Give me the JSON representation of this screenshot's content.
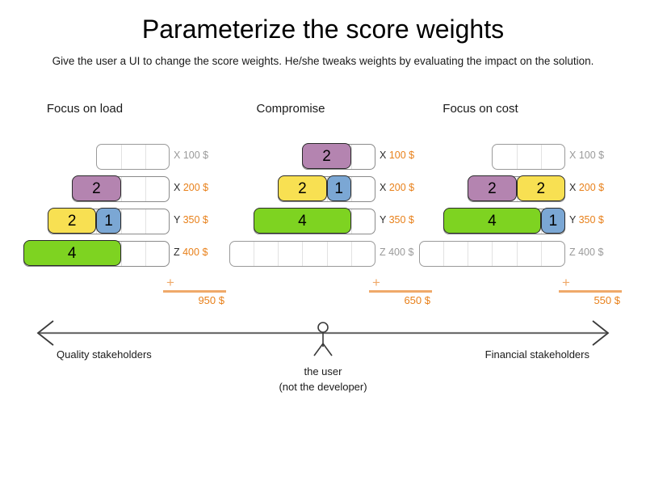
{
  "slide": {
    "title": "Parameterize the score weights",
    "subtitle": "Give the user a UI to change the score weights. He/she tweaks weights by evaluating the impact on the solution."
  },
  "colors": {
    "purple": "#b484b0",
    "yellow": "#f8e052",
    "blue": "#7ba7d4",
    "green": "#7ed321",
    "accent_orange": "#e8801a",
    "accent_orange_light": "#efa96a",
    "dim_gray": "#9a9a9a",
    "track_border": "#8a8a8a"
  },
  "columns": [
    {
      "header": "Focus on load",
      "rows": [
        {
          "key": "X",
          "amount": "100 $",
          "active": false,
          "cells": 3,
          "segments": []
        },
        {
          "key": "X",
          "amount": "200 $",
          "active": true,
          "cells": 4,
          "segments": [
            {
              "value": "2",
              "units": 2,
              "color": "purple"
            }
          ]
        },
        {
          "key": "Y",
          "amount": "350 $",
          "active": true,
          "cells": 5,
          "segments": [
            {
              "value": "2",
              "units": 2,
              "color": "yellow"
            },
            {
              "value": "1",
              "units": 1,
              "color": "blue"
            }
          ]
        },
        {
          "key": "Z",
          "amount": "400 $",
          "active": true,
          "cells": 6,
          "segments": [
            {
              "value": "4",
              "units": 4,
              "color": "green"
            }
          ]
        }
      ],
      "sum_symbol": "+",
      "total": "950 $"
    },
    {
      "header": "Compromise",
      "rows": [
        {
          "key": "X",
          "amount": "100 $",
          "active": true,
          "cells": 3,
          "segments": [
            {
              "value": "2",
              "units": 2,
              "color": "purple"
            }
          ]
        },
        {
          "key": "X",
          "amount": "200 $",
          "active": true,
          "cells": 4,
          "segments": [
            {
              "value": "2",
              "units": 2,
              "color": "yellow"
            },
            {
              "value": "1",
              "units": 1,
              "color": "blue"
            }
          ]
        },
        {
          "key": "Y",
          "amount": "350 $",
          "active": true,
          "cells": 5,
          "segments": [
            {
              "value": "4",
              "units": 4,
              "color": "green"
            }
          ]
        },
        {
          "key": "Z",
          "amount": "400 $",
          "active": false,
          "cells": 6,
          "segments": []
        }
      ],
      "sum_symbol": "+",
      "total": "650 $"
    },
    {
      "header": "Focus on cost",
      "rows": [
        {
          "key": "X",
          "amount": "100 $",
          "active": false,
          "cells": 3,
          "segments": []
        },
        {
          "key": "X",
          "amount": "200 $",
          "active": true,
          "cells": 4,
          "segments": [
            {
              "value": "2",
              "units": 2,
              "color": "purple"
            },
            {
              "value": "2",
              "units": 2,
              "color": "yellow"
            }
          ]
        },
        {
          "key": "Y",
          "amount": "350 $",
          "active": true,
          "cells": 5,
          "segments": [
            {
              "value": "4",
              "units": 4,
              "color": "green"
            },
            {
              "value": "1",
              "units": 1,
              "color": "blue"
            }
          ]
        },
        {
          "key": "Z",
          "amount": "400 $",
          "active": false,
          "cells": 6,
          "segments": []
        }
      ],
      "sum_symbol": "+",
      "total": "550 $"
    }
  ],
  "axis": {
    "left_label": "Quality stakeholders",
    "right_label": "Financial stakeholders",
    "user_caption_line1": "the user",
    "user_caption_line2": "(not the developer)"
  }
}
